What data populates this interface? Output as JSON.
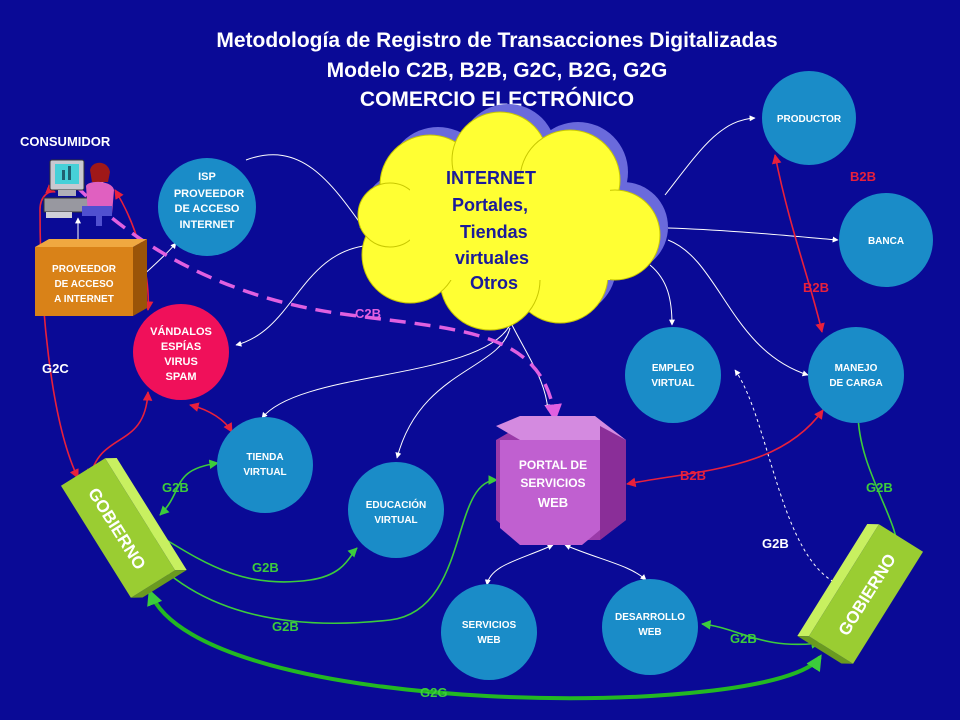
{
  "title": {
    "line1": "Metodología de Registro de Transacciones Digitalizadas",
    "line2": "Modelo C2B, B2B, G2C, B2G, G2G",
    "line3": "COMERCIO ELECTRÓNICO"
  },
  "consumer": {
    "label": "CONSUMIDOR"
  },
  "isp_provider": {
    "lines": [
      "PROVEEDOR",
      "DE ACCESO",
      "A INTERNET"
    ]
  },
  "isp": {
    "lines": [
      "ISP",
      "PROVEEDOR",
      "DE ACCESO",
      "INTERNET"
    ]
  },
  "internet": {
    "lines": [
      "INTERNET",
      "Portales,",
      "Tiendas",
      "virtuales",
      "Otros"
    ]
  },
  "vandals": {
    "lines": [
      "VÁNDALOS",
      "ESPÍAS",
      "VIRUS",
      "SPAM"
    ]
  },
  "productor": {
    "label": "PRODUCTOR"
  },
  "banca": {
    "label": "BANCA"
  },
  "empleo": {
    "lines": [
      "EMPLEO",
      "VIRTUAL"
    ]
  },
  "carga": {
    "lines": [
      "MANEJO",
      "DE CARGA"
    ]
  },
  "tienda": {
    "lines": [
      "TIENDA",
      "VIRTUAL"
    ]
  },
  "educacion": {
    "lines": [
      "EDUCACIÓN",
      "VIRTUAL"
    ]
  },
  "portal": {
    "lines": [
      "PORTAL DE",
      "SERVICIOS",
      "WEB"
    ]
  },
  "servicios_web": {
    "lines": [
      "SERVICIOS",
      "WEB"
    ]
  },
  "desarrollo_web": {
    "lines": [
      "DESARROLLO",
      "WEB"
    ]
  },
  "gobierno_left": {
    "label": "GOBIERNO"
  },
  "gobierno_right": {
    "label": "GOBIERNO"
  },
  "edge_labels": {
    "b2b_top": "B2B",
    "b2b_mid": "B2B",
    "c2b": "C2B",
    "g2c": "G2C",
    "b2b_portal": "B2B",
    "g2b_tienda": "G2B",
    "g2b_right": "G2B",
    "g2b_dashed": "G2B",
    "g2b_edu": "G2B",
    "g2b_portal": "G2B",
    "g2b_desarrollo": "G2B",
    "g2g": "G2G"
  },
  "colors": {
    "background": "#0a0a96",
    "node_teal": "#1a8cc8",
    "vandals_pink": "#f0105a",
    "provider_orange": "#d98218",
    "cloud_yellow": "#ffff33",
    "portal_purple": "#c060d0",
    "gobierno_green": "#9acd32",
    "edge_red": "#e8203c",
    "edge_green": "#3ccc3c",
    "edge_magenta": "#e060e0"
  }
}
